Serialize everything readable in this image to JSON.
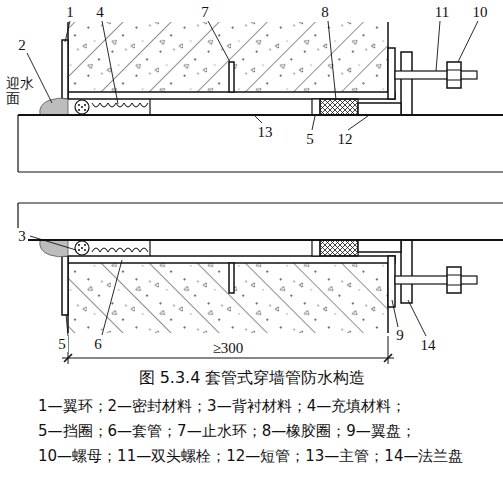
{
  "diagram": {
    "caption": "图 5.3.4  套管式穿墙管防水构造",
    "labels": [
      "1",
      "4",
      "7",
      "8",
      "11",
      "10",
      "2",
      "迎水面",
      "13",
      "5",
      "12",
      "3",
      "5",
      "6",
      "9",
      "14",
      "≥300",
      "1—翼环；2—密封材料；3—背衬材料；4—充填材料；",
      "5—挡圈；6—套管；7—止水环；8—橡胶圈；9—翼盘；",
      "10—螺母；11—双头螺栓；12—短管；13—主管；14—法兰盘"
    ]
  }
}
